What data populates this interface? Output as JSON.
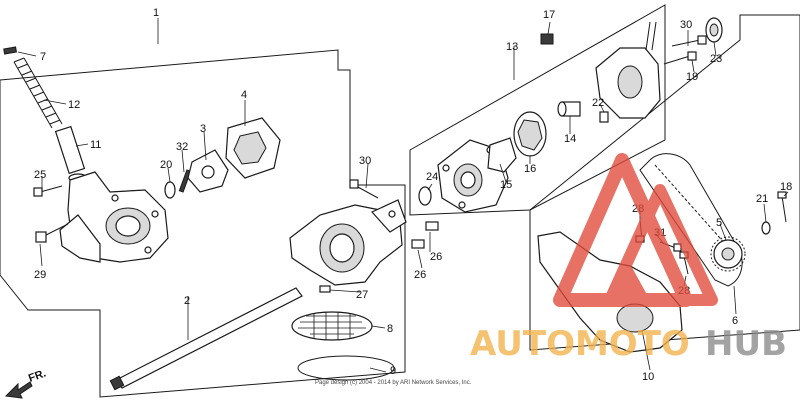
{
  "labels": [
    "1",
    "7",
    "12",
    "11",
    "25",
    "29",
    "20",
    "32",
    "3",
    "4",
    "30",
    "2",
    "27",
    "8",
    "9",
    "26",
    "26",
    "13",
    "17",
    "24",
    "15",
    "16",
    "14",
    "22",
    "30",
    "19",
    "23",
    "28",
    "31",
    "28",
    "5",
    "6",
    "10",
    "21",
    "18"
  ],
  "direction": {
    "label": "FR."
  },
  "copyright": "Page design (c) 2004 - 2014 by ARI Network Services, Inc.",
  "watermark": {
    "part1": "AUTOMOTO",
    "part2": "HUB"
  },
  "colors": {
    "watermark_red": "#e24a3b",
    "watermark_orange": "#f2b24a",
    "watermark_gray": "#8a8a8a"
  }
}
